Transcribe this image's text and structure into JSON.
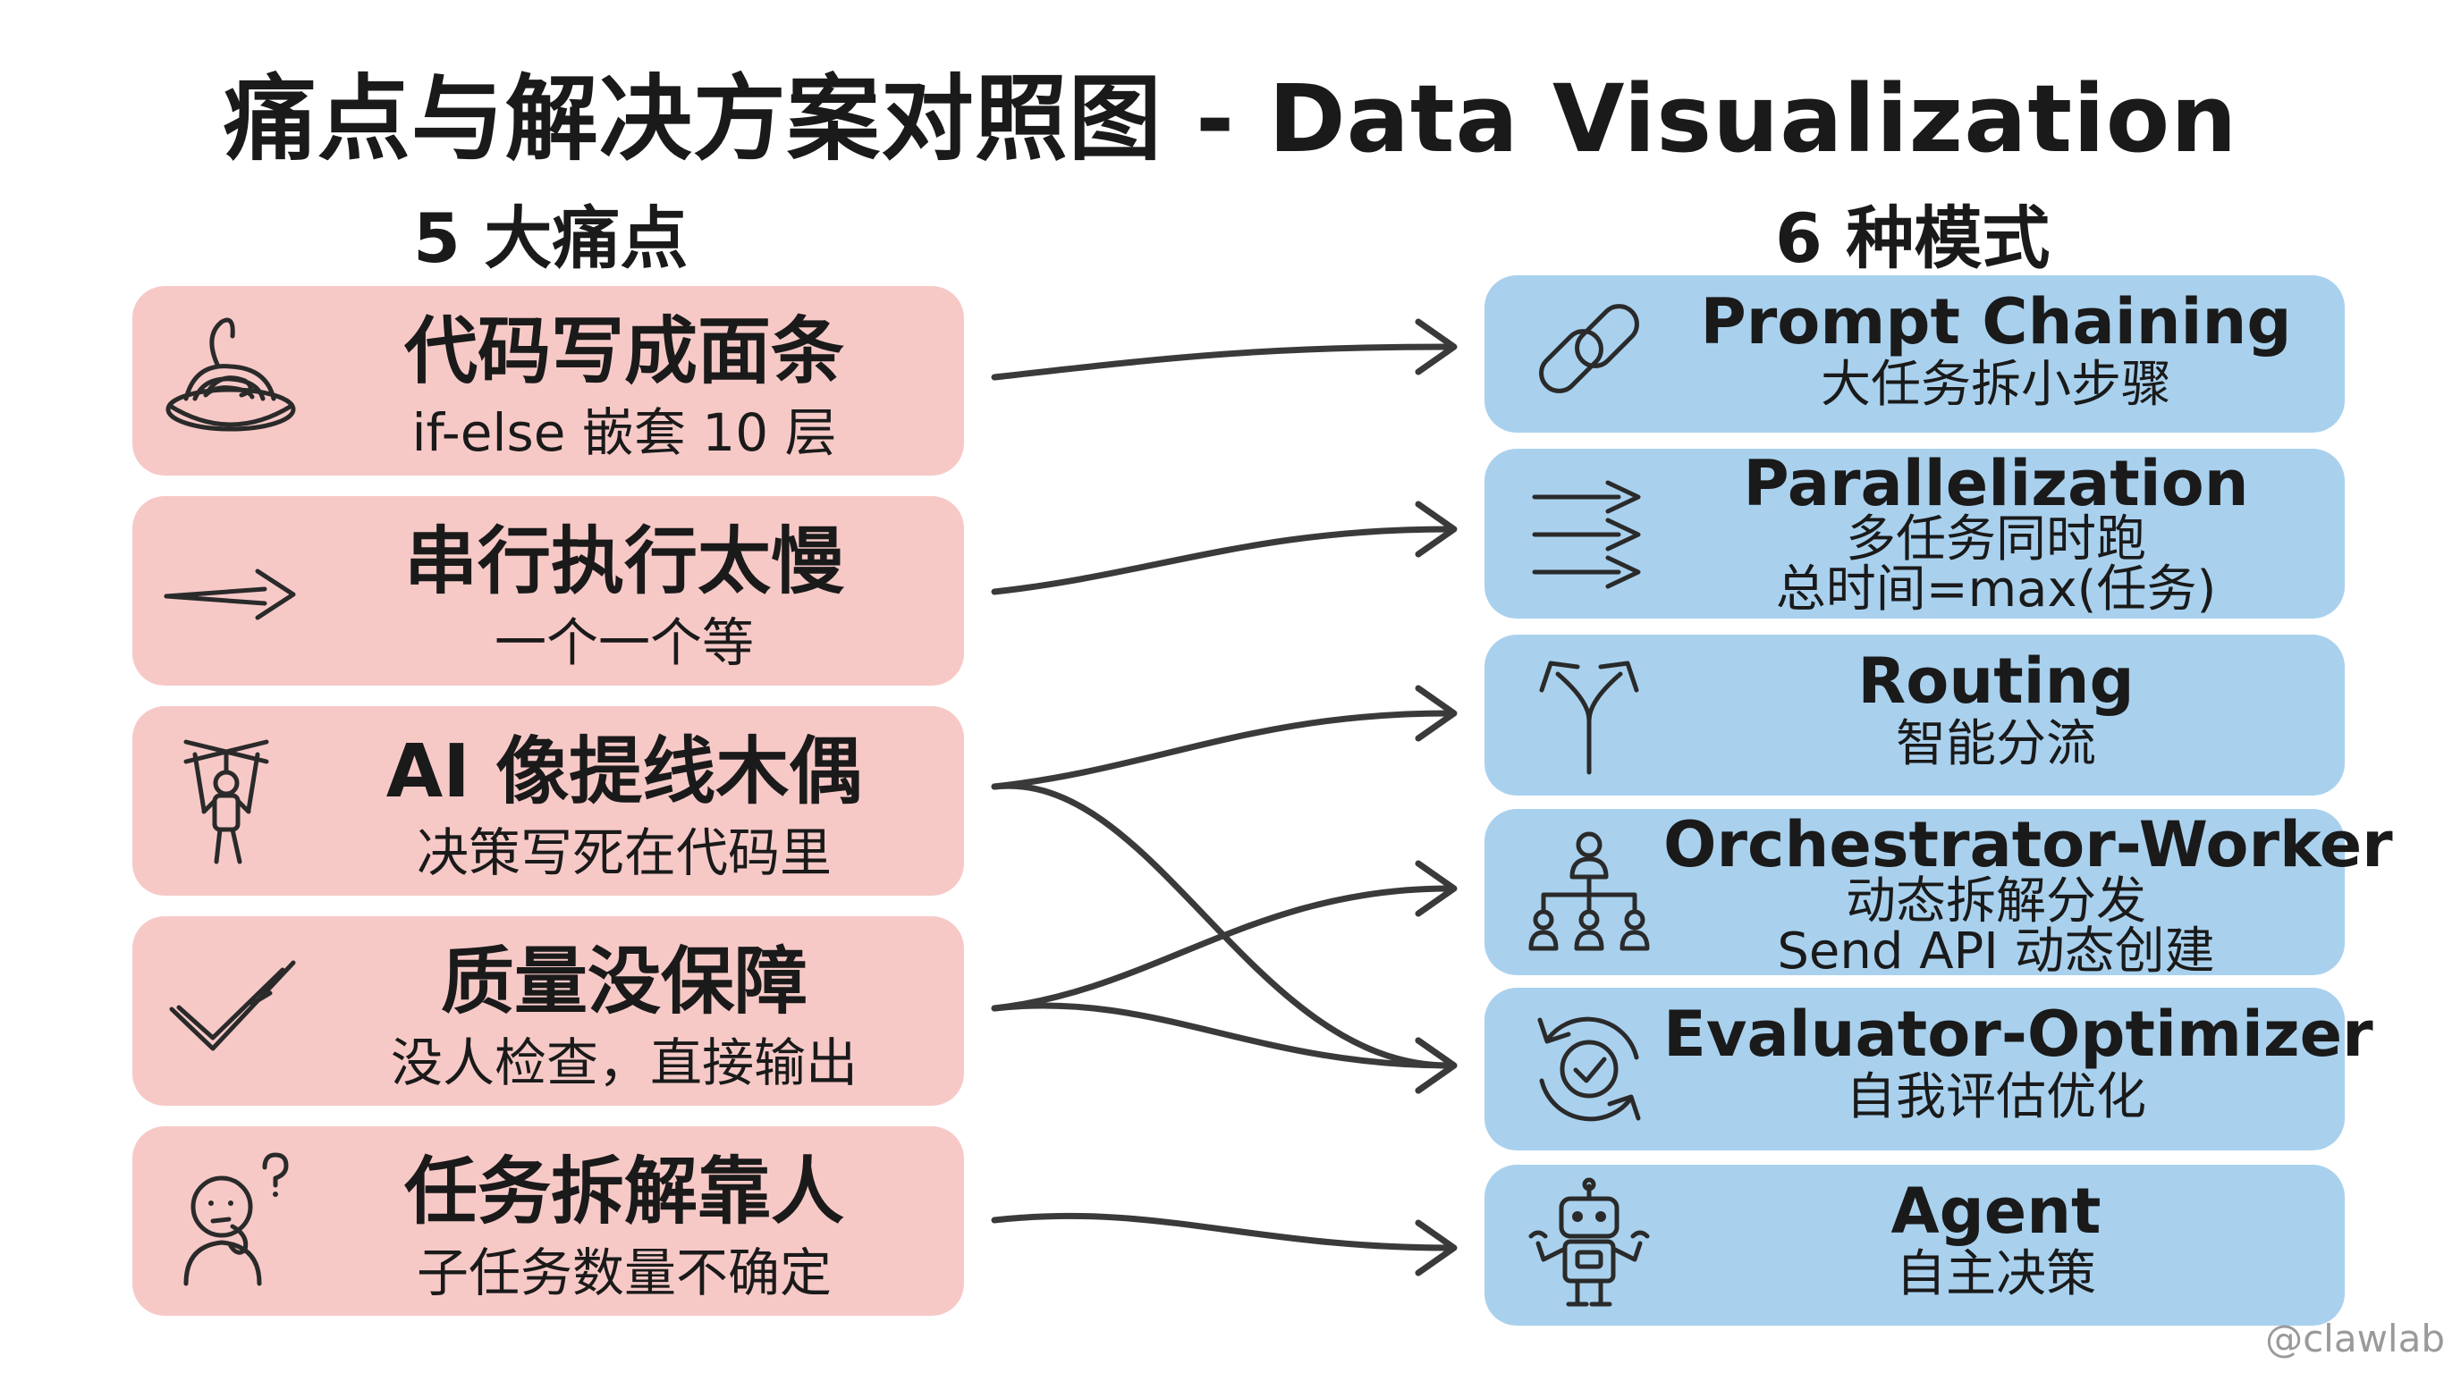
{
  "title": "痛点与解决方案对照图 - Data Visualization",
  "left_header": "5 大痛点",
  "right_header": "6 种模式",
  "pain_points": [
    {
      "title": "代码写成面条",
      "desc": "if-else 嵌套 10 层",
      "icon": "noodles-icon"
    },
    {
      "title": "串行执行太慢",
      "desc": "一个一个等",
      "icon": "arrow-right-icon"
    },
    {
      "title": "AI 像提线木偶",
      "desc": "决策写死在代码里",
      "icon": "puppet-icon"
    },
    {
      "title": "质量没保障",
      "desc": "没人检查，直接输出",
      "icon": "checkmark-icon"
    },
    {
      "title": "任务拆解靠人",
      "desc": "子任务数量不确定",
      "icon": "thinking-person-icon"
    }
  ],
  "patterns": [
    {
      "title": "Prompt Chaining",
      "lines": [
        "大任务拆小步骤"
      ],
      "icon": "chain-link-icon"
    },
    {
      "title": "Parallelization",
      "lines": [
        "多任务同时跑",
        "总时间=max(任务)"
      ],
      "icon": "parallel-arrows-icon"
    },
    {
      "title": "Routing",
      "lines": [
        "智能分流"
      ],
      "icon": "fork-arrow-icon"
    },
    {
      "title": "Orchestrator-Worker",
      "lines": [
        "动态拆解分发",
        "Send API 动态创建"
      ],
      "icon": "org-chart-icon"
    },
    {
      "title": "Evaluator-Optimizer",
      "lines": [
        "自我评估优化"
      ],
      "icon": "refresh-check-icon"
    },
    {
      "title": "Agent",
      "lines": [
        "自主决策"
      ],
      "icon": "robot-icon"
    }
  ],
  "mapping": [
    [
      0,
      0
    ],
    [
      1,
      1
    ],
    [
      2,
      2
    ],
    [
      2,
      4
    ],
    [
      3,
      3
    ],
    [
      3,
      4
    ],
    [
      4,
      5
    ]
  ],
  "colors": {
    "pain_bg": "#f6c9c7",
    "pattern_bg": "#a9d1ee",
    "arrow": "#3a3a3a"
  },
  "watermark": "@clawlab"
}
